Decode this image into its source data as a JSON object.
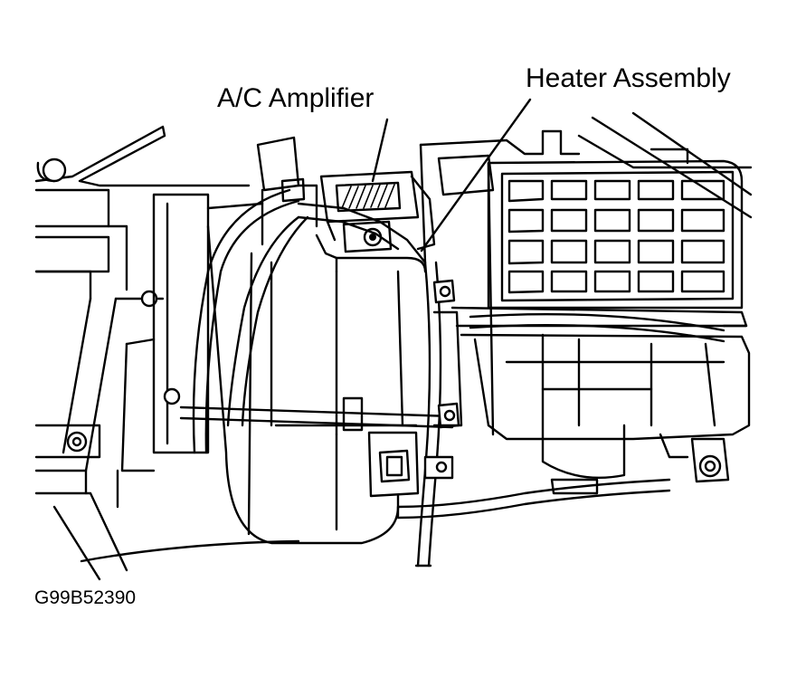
{
  "labels": {
    "ac_amplifier": "A/C Amplifier",
    "heater_assembly": "Heater Assembly",
    "figure_code": "G99B52390"
  },
  "colors": {
    "ink": "#000000",
    "paper": "#ffffff"
  }
}
